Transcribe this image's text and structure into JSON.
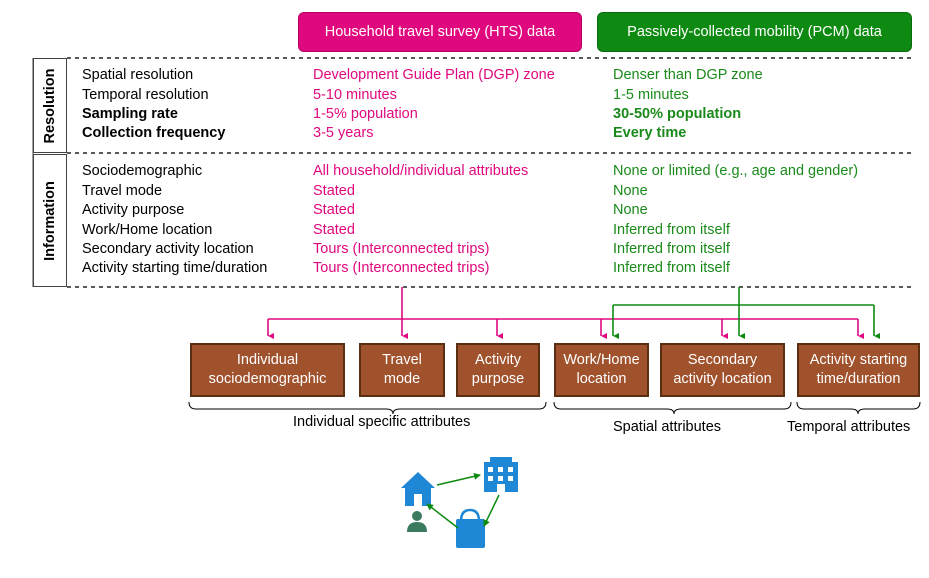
{
  "headers": {
    "hts": "Household travel survey (HTS) data",
    "pcm": "Passively-collected mobility (PCM) data"
  },
  "sections": {
    "resolution": "Resolution",
    "information": "Information"
  },
  "resolution_rows": [
    {
      "label": "Spatial resolution",
      "hts": "Development Guide Plan (DGP) zone",
      "pcm": "Denser than DGP zone"
    },
    {
      "label": "Temporal resolution",
      "hts": "5-10 minutes",
      "pcm": "1-5 minutes"
    },
    {
      "label": "Sampling rate",
      "hts": "1-5% population",
      "pcm": "30-50% population"
    },
    {
      "label": "Collection frequency",
      "hts": "3-5 years",
      "pcm": "Every time"
    }
  ],
  "information_rows": [
    {
      "label": "Sociodemographic",
      "hts": "All household/individual attributes",
      "pcm": "None or limited (e.g., age and gender)"
    },
    {
      "label": "Travel mode",
      "hts": "Stated",
      "pcm": "None"
    },
    {
      "label": "Activity purpose",
      "hts": "Stated",
      "pcm": "None"
    },
    {
      "label": "Work/Home location",
      "hts": "Stated",
      "pcm": "Inferred from itself"
    },
    {
      "label": "Secondary activity location",
      "hts": "Tours (Interconnected trips)",
      "pcm": "Inferred from itself"
    },
    {
      "label": "Activity starting time/duration",
      "hts": "Tours (Interconnected trips)",
      "pcm": "Inferred from itself"
    }
  ],
  "attributes": [
    {
      "line1": "Individual",
      "line2": "sociodemographic"
    },
    {
      "line1": "Travel",
      "line2": "mode"
    },
    {
      "line1": "Activity",
      "line2": "purpose"
    },
    {
      "line1": "Work/Home",
      "line2": "location"
    },
    {
      "line1": "Secondary",
      "line2": "activity location"
    },
    {
      "line1": "Activity starting",
      "line2": "time/duration"
    }
  ],
  "groups": {
    "individual": "Individual specific attributes",
    "spatial": "Spatial attributes",
    "temporal": "Temporal attributes"
  },
  "colors": {
    "hts": "#e0087e",
    "pcm": "#0e8a12",
    "box": "#a0522d",
    "icon": "#1e88d6"
  },
  "icons": [
    "home-icon",
    "building-icon",
    "shopping-bag-icon",
    "person-icon"
  ]
}
